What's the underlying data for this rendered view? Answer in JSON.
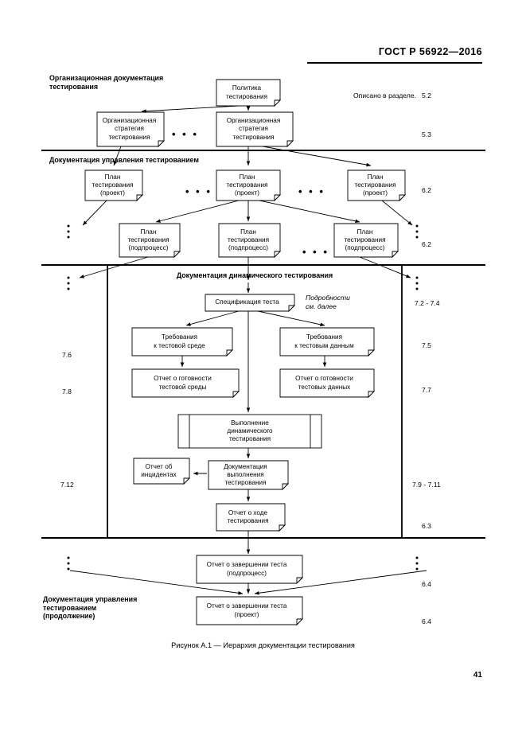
{
  "document": {
    "standard_header": "ГОСТ Р 56922—2016",
    "page_number": "41",
    "figure_caption": "Рисунок А.1 — Иерархия документации тестирования"
  },
  "bands": [
    {
      "id": "org",
      "title": "Организационная документация\nтестирования"
    },
    {
      "id": "mgmt",
      "title": "Документация управления тестированием"
    },
    {
      "id": "dynamic",
      "title": "Документация динамического тестирования"
    },
    {
      "id": "mgmt_cont",
      "title": "Документация управления\nтестированием\n(продолжение)"
    }
  ],
  "notes": {
    "described_in_section": "Описано в разделе.",
    "details_below": "Подробности\nсм. далее"
  },
  "section_numbers": {
    "policy": "5.2",
    "org_strategy": "5.3",
    "test_plan_project": "6.2",
    "test_plan_subprocess": "6.2",
    "test_spec": "7.2 - 7.4",
    "env_requirements_left": "7.6",
    "env_readiness_left": "7.8",
    "data_requirements_right": "7.5",
    "data_readiness_right": "7.7",
    "incident_report_left": "7.12",
    "execution_doc_right": "7.9 - 7.11",
    "progress_report": "6.3",
    "completion_subprocess": "6.4",
    "completion_project": "6.4"
  },
  "nodes": {
    "policy": "Политика\nтестирования",
    "org_strategy_left": "Организационная\nстратегия\nтестирования",
    "org_strategy_right": "Организационная\nстратегия\nтестирования",
    "plan_project_1": "План\nтестирования\n(проект)",
    "plan_project_2": "План\nтестирования\n(проект)",
    "plan_project_3": "План\nтестирования\n(проект)",
    "plan_sub_1": "План\nтестирования\n(подпроцесс)",
    "plan_sub_2": "План\nтестирования\n(подпроцесс)",
    "plan_sub_3": "План\nтестирования\n(подпроцесс)",
    "test_spec": "Спецификация теста",
    "env_requirements": "Требования\nк тестовой среде",
    "data_requirements": "Требования\nк тестовым данным",
    "env_readiness": "Отчет о готовности\nтестовой среды",
    "data_readiness": "Отчет о готовности\nтестовых данных",
    "execution": "Выполнение\nдинамического\nтестирования",
    "incident_report": "Отчет об\nинцидентах",
    "execution_doc": "Документация\nвыполнения\nтестирования",
    "progress_report": "Отчет о ходе\nтестирования",
    "completion_subprocess": "Отчет о завершении теста\n(подпроцесс)",
    "completion_project": "Отчет о завершении теста\n(проект)"
  },
  "ellipses": {
    "horizontal": "• • •"
  },
  "colors": {
    "ink": "#000000",
    "paper": "#ffffff"
  }
}
